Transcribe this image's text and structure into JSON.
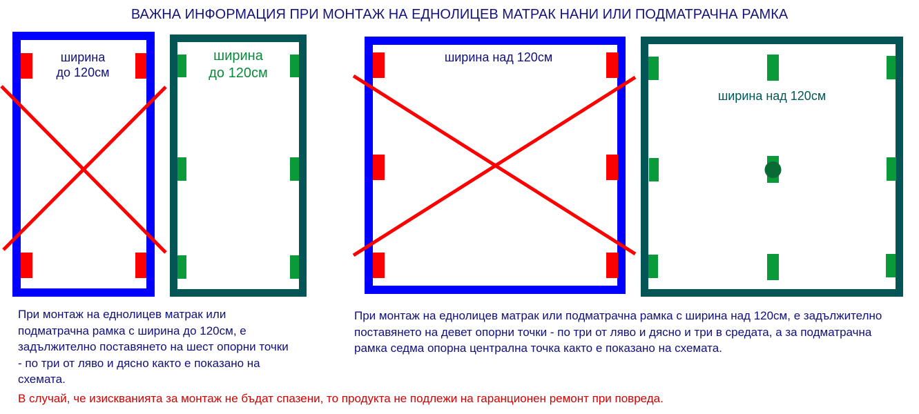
{
  "title": "ВАЖНА ИНФОРМАЦИЯ ПРИ МОНТАЖ НА ЕДНОЛИЦЕВ МАТРАК НАНИ ИЛИ ПОДМАТРАЧНА РАМКА",
  "diagrams": [
    {
      "label_line1": "ширина",
      "label_line2": "до 120см",
      "status": "incorrect"
    },
    {
      "label_line1": "ширина",
      "label_line2": "до 120см",
      "status": "correct"
    },
    {
      "label": "ширина над 120см",
      "status": "incorrect"
    },
    {
      "label": "ширина над 120см",
      "status": "correct"
    }
  ],
  "notes": {
    "left": "При монтаж на еднолицев матрак или подматрачна рамка с ширина до 120см, е задължително поставянето на шест опорни точки - по три от ляво и дясно както е показано на схемата.",
    "right": "При монтаж на еднолицев матрак или подматрачна рамка с ширина над 120см, е задължително поставянето на девет опорни точки - по три от ляво и дясно и три в средата, а за подматрачна рамка седма опорна централна точка както е показано на схемата.",
    "warning": "В случай, че изискванията за монтаж не бъдат спазени, то продукта не подлежи на гаранционен ремонт при повреда."
  },
  "colors": {
    "blue": "#0000ff",
    "teal": "#035655",
    "red": "#ff0000",
    "green": "#0a9a3a",
    "dark_green": "#076b33"
  }
}
